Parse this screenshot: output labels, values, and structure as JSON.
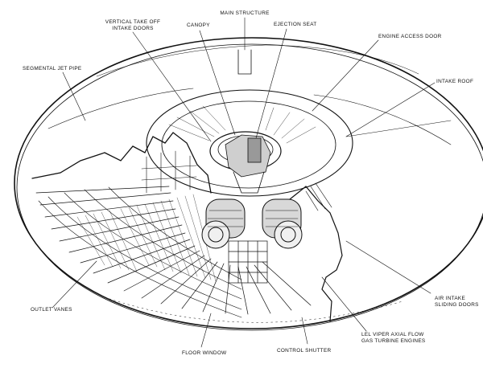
{
  "diagram": {
    "labels": {
      "main_structure": "MAIN STRUCTURE",
      "vertical_takeoff_line1": "VERTICAL TAKE OFF",
      "vertical_takeoff_line2": "INTAKE DOORS",
      "canopy": "CANOPY",
      "ejection_seat": "EJECTION SEAT",
      "engine_access_door": "ENGINE ACCESS DOOR",
      "segmental_jet_pipe": "SEGMENTAL JET PIPE",
      "intake_roof": "INTAKE ROOF",
      "outlet_vanes": "OUTLET VANES",
      "air_intake_line1": "AIR INTAKE",
      "air_intake_line2": "SLIDING DOORS",
      "engines_line1": "LEL VIPER AXIAL FLOW",
      "engines_line2": "GAS TURBINE ENGINES",
      "floor_window": "FLOOR WINDOW",
      "control_shutter": "CONTROL SHUTTER"
    }
  }
}
